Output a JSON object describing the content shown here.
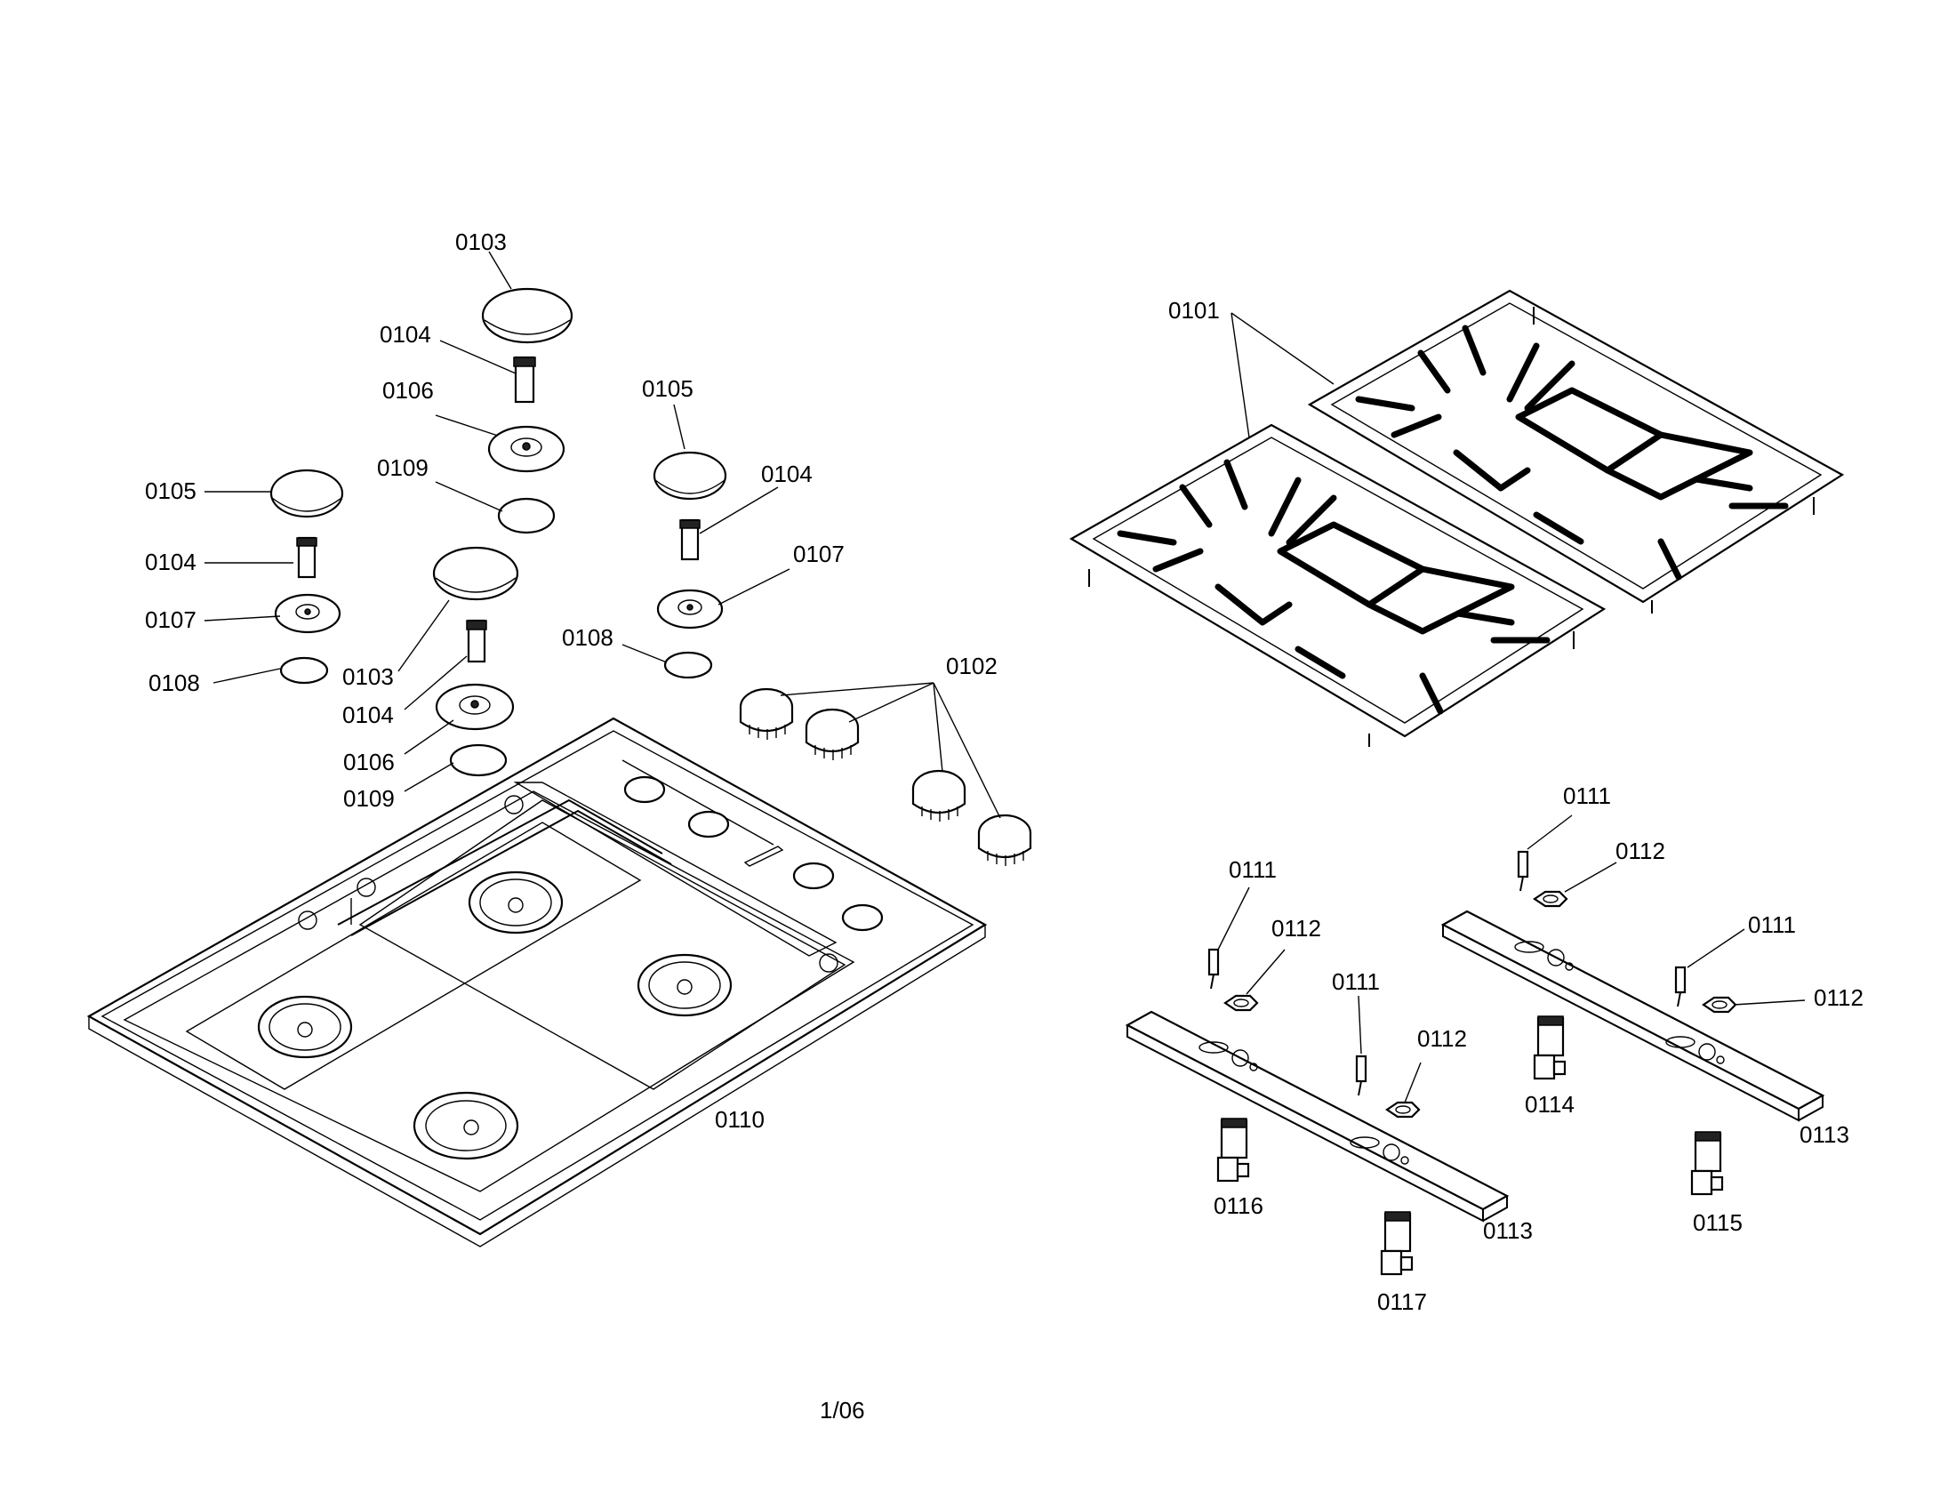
{
  "diagram": {
    "footer_text": "1/06",
    "callouts": [
      {
        "id": "c0103a",
        "text": "0103"
      },
      {
        "id": "c0104a",
        "text": "0104"
      },
      {
        "id": "c0106a",
        "text": "0106"
      },
      {
        "id": "c0109a",
        "text": "0109"
      },
      {
        "id": "c0105a",
        "text": "0105"
      },
      {
        "id": "c0104b",
        "text": "0104"
      },
      {
        "id": "c0107a",
        "text": "0107"
      },
      {
        "id": "c0108a",
        "text": "0108"
      },
      {
        "id": "c0103b",
        "text": "0103"
      },
      {
        "id": "c0104c",
        "text": "0104"
      },
      {
        "id": "c0106b",
        "text": "0106"
      },
      {
        "id": "c0109b",
        "text": "0109"
      },
      {
        "id": "c0105b",
        "text": "0105"
      },
      {
        "id": "c0104d",
        "text": "0104"
      },
      {
        "id": "c0107b",
        "text": "0107"
      },
      {
        "id": "c0108b",
        "text": "0108"
      },
      {
        "id": "c0102",
        "text": "0102"
      },
      {
        "id": "c0110",
        "text": "0110"
      },
      {
        "id": "c0101",
        "text": "0101"
      },
      {
        "id": "c0111a",
        "text": "0111"
      },
      {
        "id": "c0112a",
        "text": "0112"
      },
      {
        "id": "c0111b",
        "text": "0111"
      },
      {
        "id": "c0112b",
        "text": "0112"
      },
      {
        "id": "c0111c",
        "text": "0111"
      },
      {
        "id": "c0112c",
        "text": "0112"
      },
      {
        "id": "c0111d",
        "text": "0111"
      },
      {
        "id": "c0112d",
        "text": "0112"
      },
      {
        "id": "c0113a",
        "text": "0113"
      },
      {
        "id": "c0113b",
        "text": "0113"
      },
      {
        "id": "c0114",
        "text": "0114"
      },
      {
        "id": "c0115",
        "text": "0115"
      },
      {
        "id": "c0116",
        "text": "0116"
      },
      {
        "id": "c0117",
        "text": "0117"
      }
    ]
  }
}
